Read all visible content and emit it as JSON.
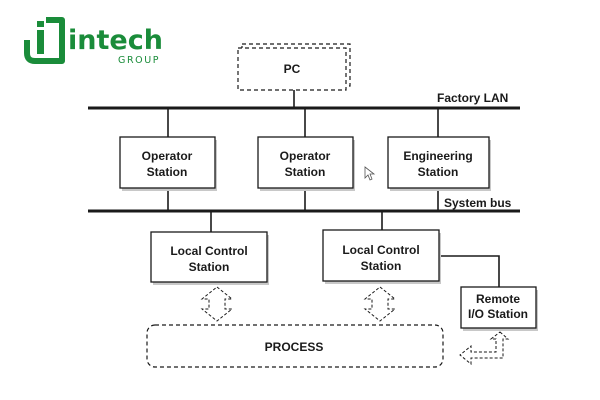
{
  "logo": {
    "name": "intech",
    "subtitle": "GROUP",
    "color": "#1a8c3a"
  },
  "buses": {
    "factory_lan": "Factory LAN",
    "system_bus": "System bus"
  },
  "nodes": {
    "pc": "PC",
    "operator_1": [
      "Operator",
      "Station"
    ],
    "operator_2": [
      "Operator",
      "Station"
    ],
    "engineering": [
      "Engineering",
      "Station"
    ],
    "local_control_1": [
      "Local Control",
      "Station"
    ],
    "local_control_2": [
      "Local Control",
      "Station"
    ],
    "remote_io": [
      "Remote",
      "I/O Station"
    ],
    "process": "PROCESS"
  },
  "colors": {
    "line": "#1a1a1a",
    "box_fill": "#ffffff",
    "box_shadow": "#c8c8c8"
  }
}
